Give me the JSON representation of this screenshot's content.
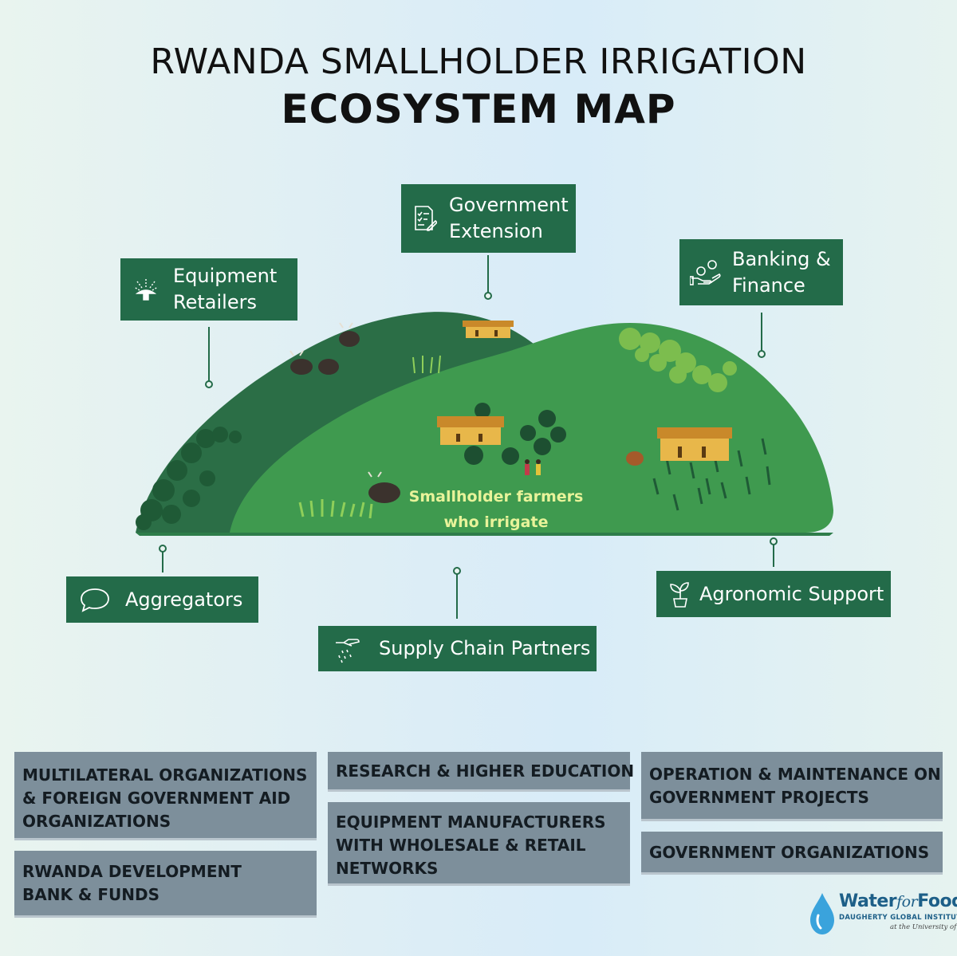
{
  "header": {
    "title_line1": "RWANDA SMALLHOLDER IRRIGATION",
    "title_line2": "ECOSYSTEM MAP"
  },
  "center_label": {
    "line1": "Smallholder  farmers",
    "line2": "who irrigate"
  },
  "stakeholders": {
    "government_extension": {
      "line1": "Government",
      "line2": "Extension",
      "icon": "document-pencil-icon"
    },
    "equipment_retailers": {
      "line1": "Equipment",
      "line2": "Retailers",
      "icon": "sprinkler-icon"
    },
    "banking_finance": {
      "line1": "Banking &",
      "line2": "Finance",
      "icon": "hand-coins-icon"
    },
    "aggregators": {
      "line1": "Aggregators",
      "icon": "speech-bubble-icon"
    },
    "supply_chain": {
      "line1": "Supply Chain Partners",
      "icon": "hand-seeds-icon"
    },
    "agronomic_support": {
      "line1": "Agronomic Support",
      "icon": "potted-plant-icon"
    }
  },
  "other_actors": {
    "multilateral": {
      "line1": "MULTILATERAL ORGANIZATIONS",
      "line2": "& FOREIGN GOVERNMENT AID",
      "line3": "ORGANIZATIONS"
    },
    "rwanda_bank": {
      "line1": "RWANDA DEVELOPMENT",
      "line2": "BANK & FUNDS"
    },
    "research": {
      "line1": "RESEARCH & HIGHER EDUCATION"
    },
    "equipment_manufacturers": {
      "line1": "EQUIPMENT MANUFACTURERS",
      "line2": "WITH WHOLESALE & RETAIL",
      "line3": "NETWORKS"
    },
    "operation_maintenance": {
      "line1": "OPERATION & MAINTENANCE ON",
      "line2": "GOVERNMENT PROJECTS"
    },
    "government_orgs": {
      "line1": "GOVERNMENT ORGANIZATIONS"
    }
  },
  "logo": {
    "word1": "Water",
    "word2": "for",
    "word3": "Food",
    "sub": "DAUGHERTY GLOBAL INSTITUTE",
    "sub2": "at the University of Nebraska"
  },
  "colors": {
    "box_green": "#236b49",
    "hill_dark": "#2b6e46",
    "hill_light": "#3f9a4f",
    "grey_box": "#7d8f9b",
    "house": "#e8b74a",
    "label_text": "#e8f39a"
  }
}
